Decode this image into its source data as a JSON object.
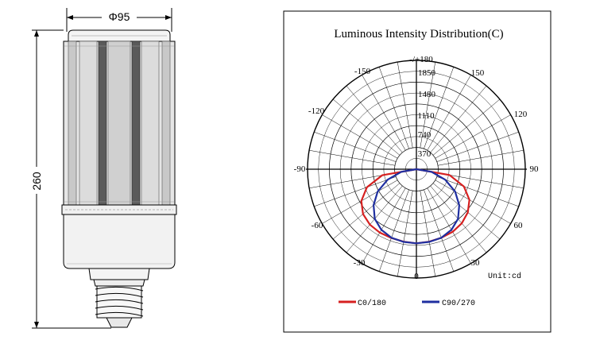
{
  "dimensions": {
    "diameter_label": "Φ95",
    "height_label": "260"
  },
  "polar": {
    "title": "Luminous Intensity Distribution(C)",
    "angle_labels": [
      "-/+180",
      "-150",
      "150",
      "-120",
      "120",
      "-90",
      "90",
      "-60",
      "60",
      "-30",
      "30",
      "0"
    ],
    "radial_labels": [
      "1850",
      "1480",
      "1110",
      "740",
      "370"
    ],
    "unit": "Unit:cd",
    "colors": {
      "c0": "#d62020",
      "c90": "#1f2fa0"
    }
  },
  "chart_data": {
    "type": "polar",
    "title": "Luminous Intensity Distribution(C)",
    "angular_axis": {
      "range_deg": [
        -180,
        180
      ],
      "tick_step_deg": 30,
      "zero": "bottom"
    },
    "radial_axis": {
      "range": [
        0,
        1850
      ],
      "ticks": [
        370,
        740,
        1110,
        1480,
        1850
      ],
      "unit": "cd"
    },
    "series": [
      {
        "name": "C0/180",
        "color": "#d62020",
        "points": [
          [
            -90,
            0
          ],
          [
            -80,
            590
          ],
          [
            -70,
            895
          ],
          [
            -60,
            1080
          ],
          [
            -50,
            1185
          ],
          [
            -40,
            1230
          ],
          [
            -30,
            1245
          ],
          [
            -20,
            1245
          ],
          [
            -10,
            1250
          ],
          [
            0,
            1260
          ],
          [
            10,
            1250
          ],
          [
            20,
            1240
          ],
          [
            30,
            1230
          ],
          [
            40,
            1200
          ],
          [
            50,
            1140
          ],
          [
            60,
            1040
          ],
          [
            70,
            860
          ],
          [
            80,
            570
          ],
          [
            90,
            0
          ]
        ]
      },
      {
        "name": "C90/270",
        "color": "#1f2fa0",
        "points": [
          [
            -90,
            0
          ],
          [
            -80,
            260
          ],
          [
            -70,
            520
          ],
          [
            -60,
            760
          ],
          [
            -50,
            950
          ],
          [
            -40,
            1100
          ],
          [
            -30,
            1190
          ],
          [
            -20,
            1240
          ],
          [
            -10,
            1255
          ],
          [
            0,
            1260
          ],
          [
            10,
            1255
          ],
          [
            20,
            1240
          ],
          [
            30,
            1190
          ],
          [
            40,
            1100
          ],
          [
            50,
            950
          ],
          [
            60,
            760
          ],
          [
            70,
            520
          ],
          [
            80,
            260
          ],
          [
            90,
            0
          ]
        ]
      }
    ],
    "legend": {
      "placement": "bottom",
      "entries": [
        "C0/180",
        "C90/270"
      ]
    }
  }
}
